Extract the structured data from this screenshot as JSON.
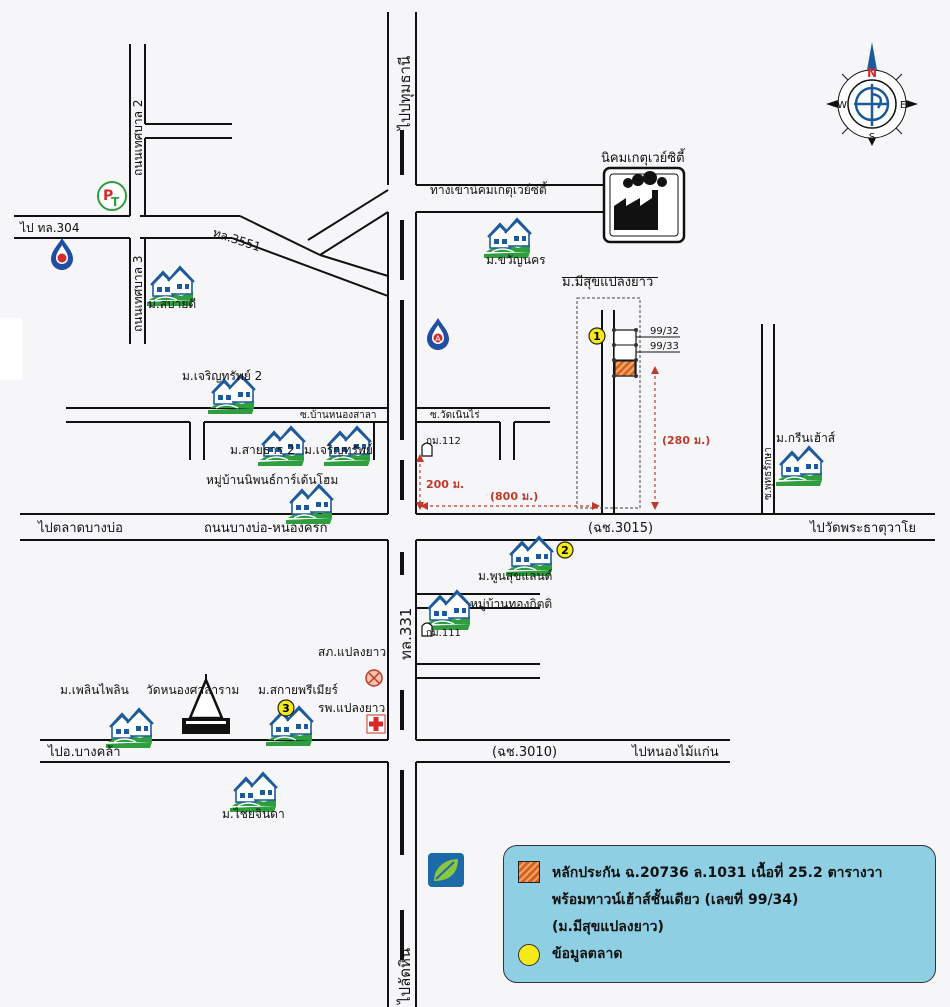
{
  "roads": {
    "to_pathum_thani": "ไปปทุมธานี",
    "to_lat_hin": "ไปลัดหิน",
    "rd_331": "ทล.331",
    "rd_3551": "ทล.3551",
    "to_304": "ไป ทล.304",
    "thetsaban2": "ถนนเทศบาล 2",
    "thetsaban3": "ถนนเทศบาล 3",
    "to_lat_bangbo": "ไปตลาดบางบ่อ",
    "bangbo_nongkhrok": "ถนนบางบ่อ-หนองครก",
    "chachoengsao_3015": "(ฉช.3015)",
    "to_wat_phrathat": "ไปวัดพระธาตุวาโย",
    "to_amphoe_bangkla": "ไปอ.บางคล้า",
    "chachoengsao_3010": "(ฉช.3010)",
    "to_nong_mai_kaen": "ไปหนองไม้แก่น",
    "soi_ban_nong_sala": "ซ.บ้านหนองสาลา",
    "soi_wat_nin": "ซ.วัดเนินไร่",
    "soi_phutthaphak": "ซ.พุทธรักษา",
    "km112": "กม.112",
    "km111": "กม.111",
    "industrial_entrance": "ทางเข้านิคมเกตุเวย์ซิตี้"
  },
  "places": {
    "industrial_estate": "นิคมเกตุเวย์ซิตี้",
    "khwan_nakhon": "ม.ขวัญนคร",
    "sabai_di": "ม.สบายดี",
    "charoen_sap2": "ม.เจริญทรัพย์ 2",
    "sai_than2": "ม.สายธาร 2",
    "charoen_sap": "ม.เจริญทรัพย์",
    "niphon_garden": "หมู่บ้านนิพนธ์การ์เด้นโฮม",
    "mi_suk": "ม.มีสุขแปลงยาว",
    "green_house": "ม.กรีนเฮ้าส์",
    "phun_suk_land": "ม.พูนสุขแลนด์",
    "thong_kitti": "หมู่บ้านทองกิตติ",
    "police": "สภ.แปลงยาว",
    "hospital": "รพ.แปลงยาว",
    "sakai_premier": "ม.สกายพรีเมียร์",
    "wat_nong_sala": "วัดหนองศาลาราม",
    "phloen_phai_lin": "ม.เพลินไพลิน",
    "chai_chinda": "ม.ไชยจินดา",
    "lot_a": "99/32",
    "lot_b": "99/33"
  },
  "markers": {
    "m1": "1",
    "m2": "2",
    "m3": "3"
  },
  "distances": {
    "d280": "(280 ม.)",
    "d200": "200 ม.",
    "d800": "(800 ม.)"
  },
  "compass": {
    "n": "N",
    "s": "S",
    "e": "E",
    "w": "W"
  },
  "legend": {
    "line1": "หลักประกัน ฉ.20736 ล.1031 เนื้อที่ 25.2 ตารางวา",
    "line2": "พร้อมทาวน์เฮ้าส์ชั้นเดียว (เลขที่ 99/34)",
    "line3": "(ม.มีสุขแปลงยาว)",
    "line4": "ข้อมูลตลาด"
  },
  "colors": {
    "road": "#111111",
    "house_green": "#2e9e3e",
    "house_blue": "#1d5a9c",
    "marker_yellow": "#f4ea1a",
    "property_orange": "#d4621c",
    "distance_red": "#c0392b",
    "legend_bg": "#8ecfe3"
  }
}
